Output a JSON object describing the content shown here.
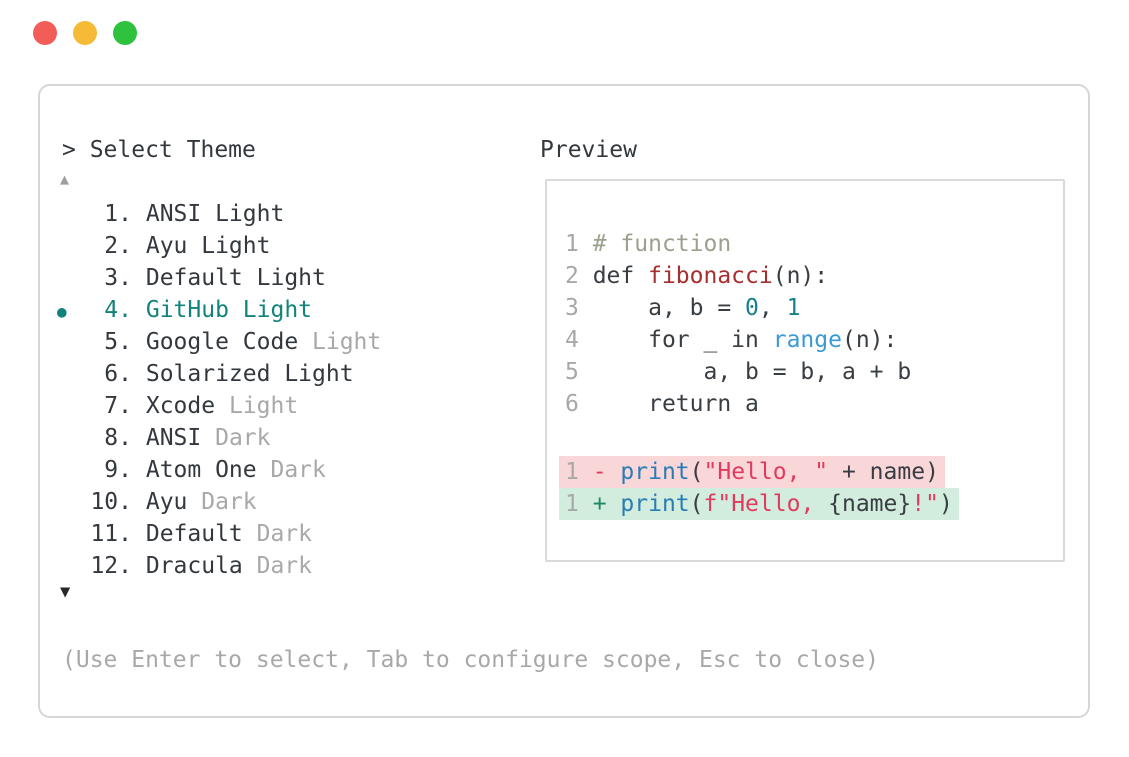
{
  "colors": {
    "accent": "#12837b",
    "text_dark": "#33383e",
    "text_muted": "#a8a8a8",
    "border": "#d6d6d6",
    "traffic_red": "#f25d58",
    "traffic_yellow": "#f5bb36",
    "traffic_green": "#2ec23e",
    "line_number": "#a8a8a8",
    "code_plain": "#383d42",
    "code_comment": "#9ba18f",
    "code_func": "#a5302f",
    "code_number": "#17818b",
    "code_builtin": "#3b99d6",
    "code_call": "#2a7cb4",
    "code_string": "#e23a5e",
    "diff_plus": "#1d8767",
    "diff_removed_bg": "#f9d7d9",
    "diff_added_bg": "#d2ecdd"
  },
  "picker": {
    "title": "> Select Theme",
    "scroll_up_icon": "▲",
    "scroll_down_icon": "▼",
    "selected_bullet": "●",
    "help_text": "(Use Enter to select, Tab to configure scope, Esc to close)",
    "items": [
      {
        "num": "1.",
        "name": "ANSI Light",
        "muted": "",
        "selected": false
      },
      {
        "num": "2.",
        "name": "Ayu Light",
        "muted": "",
        "selected": false
      },
      {
        "num": "3.",
        "name": "Default Light",
        "muted": "",
        "selected": false
      },
      {
        "num": "4.",
        "name": "GitHub Light",
        "muted": "",
        "selected": true
      },
      {
        "num": "5.",
        "name": "Google Code",
        "muted": "Light",
        "selected": false
      },
      {
        "num": "6.",
        "name": "Solarized Light",
        "muted": "",
        "selected": false
      },
      {
        "num": "7.",
        "name": "Xcode",
        "muted": "Light",
        "selected": false
      },
      {
        "num": "8.",
        "name": "ANSI",
        "muted": "Dark",
        "selected": false
      },
      {
        "num": "9.",
        "name": "Atom One",
        "muted": "Dark",
        "selected": false
      },
      {
        "num": "10.",
        "name": "Ayu",
        "muted": "Dark",
        "selected": false
      },
      {
        "num": "11.",
        "name": "Default",
        "muted": "Dark",
        "selected": false
      },
      {
        "num": "12.",
        "name": "Dracula",
        "muted": "Dark",
        "selected": false
      }
    ]
  },
  "preview": {
    "title": "Preview",
    "code_lines": [
      {
        "num": "1",
        "tokens": [
          {
            "text": "# function",
            "cls": "comment"
          }
        ]
      },
      {
        "num": "2",
        "tokens": [
          {
            "text": "def ",
            "cls": "plain"
          },
          {
            "text": "fibonacci",
            "cls": "func"
          },
          {
            "text": "(n):",
            "cls": "plain"
          }
        ]
      },
      {
        "num": "3",
        "tokens": [
          {
            "text": "    a, b = ",
            "cls": "plain"
          },
          {
            "text": "0",
            "cls": "number"
          },
          {
            "text": ", ",
            "cls": "plain"
          },
          {
            "text": "1",
            "cls": "number"
          }
        ]
      },
      {
        "num": "4",
        "tokens": [
          {
            "text": "    for _ in ",
            "cls": "plain"
          },
          {
            "text": "range",
            "cls": "builtin"
          },
          {
            "text": "(n):",
            "cls": "plain"
          }
        ]
      },
      {
        "num": "5",
        "tokens": [
          {
            "text": "        a, b = b, a + b",
            "cls": "plain"
          }
        ]
      },
      {
        "num": "6",
        "tokens": [
          {
            "text": "    return a",
            "cls": "plain"
          }
        ]
      }
    ],
    "diff_lines": [
      {
        "num": "1",
        "kind": "removed",
        "tokens": [
          {
            "text": "- ",
            "cls": "minus"
          },
          {
            "text": "print",
            "cls": "call"
          },
          {
            "text": "(",
            "cls": "plain"
          },
          {
            "text": "\"Hello, \"",
            "cls": "string"
          },
          {
            "text": " + name)",
            "cls": "plain"
          }
        ]
      },
      {
        "num": "1",
        "kind": "added",
        "tokens": [
          {
            "text": "+ ",
            "cls": "plus"
          },
          {
            "text": "print",
            "cls": "call"
          },
          {
            "text": "(",
            "cls": "plain"
          },
          {
            "text": "f\"Hello, ",
            "cls": "string"
          },
          {
            "text": "{name}",
            "cls": "plain"
          },
          {
            "text": "!\"",
            "cls": "string"
          },
          {
            "text": ")",
            "cls": "plain"
          }
        ]
      }
    ]
  }
}
